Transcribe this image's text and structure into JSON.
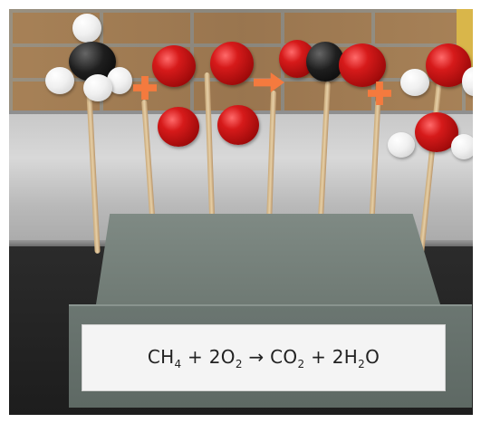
{
  "scene": {
    "description_free": true
  },
  "equation": {
    "reactant_1": "CH",
    "reactant_1_sub": "4",
    "plus_1": " + ",
    "reactant_2": "2O",
    "reactant_2_sub": "2",
    "arrow": " → ",
    "product_1": "CO",
    "product_1_sub": "2",
    "plus_2": " + ",
    "product_2_a": "2H",
    "product_2_sub": "2",
    "product_2_b": "O"
  },
  "colors": {
    "oxygen": "#c8161c",
    "carbon": "#111111",
    "hydrogen": "#f2f2f2",
    "arrow": "#f47a3e",
    "box": "#6f7a74"
  },
  "icons": [
    "plus-sign",
    "arrow-right",
    "plus-sign"
  ]
}
